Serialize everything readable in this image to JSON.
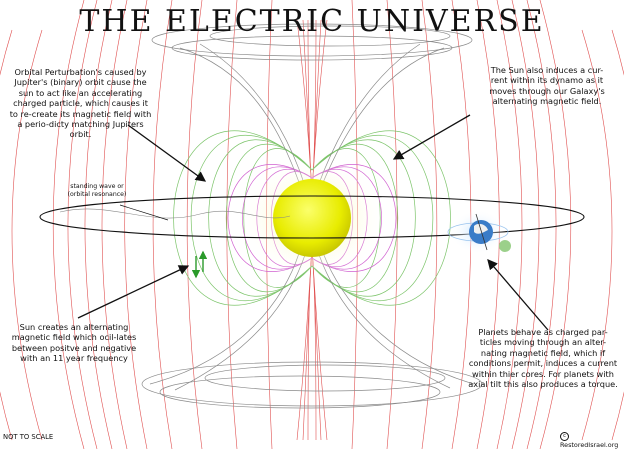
{
  "title": "THE ELECTRIC UNIVERSE",
  "annotations": {
    "orbital_perturbation": "Orbital Perturbation's caused by Jupiter's (binary) orbit cause the sun to act like an accelerating charged particle, which causes it to re-create its magnetic field with a perio-dicty matching Jupiters orbit.",
    "sun_current": "The Sun also induces a cur-rent within its dynamo as it moves through our Galaxy's alternating magnetic field.",
    "standing_wave": "standing wave or (orbital resonance)",
    "sun_field": "Sun creates an alternating magnetic field which ocil-lates between positve and negative with an 11 year frequency",
    "planets": "Planets behave as charged par-ticles moving through an alter-nating magnetic field, which if conditions permit, induces a current within thier cores.  For planets with axial tilt this also produces a torque."
  },
  "footer": {
    "scale_note": "NOT TO SCALE",
    "credit": "RestoredIsrael.org",
    "copyright_symbol": "c"
  },
  "colors": {
    "sun": "#e8ec00",
    "sun_glow": "#f6f59a",
    "galactic_field_lines": "#e05050",
    "outer_field_lines": "#7cc46a",
    "inner_field_lines": "#d060d0",
    "vortex": "#8a8a8a",
    "orbit": "#111111",
    "planet": "#4a90d9",
    "moon": "#9bd08a"
  }
}
